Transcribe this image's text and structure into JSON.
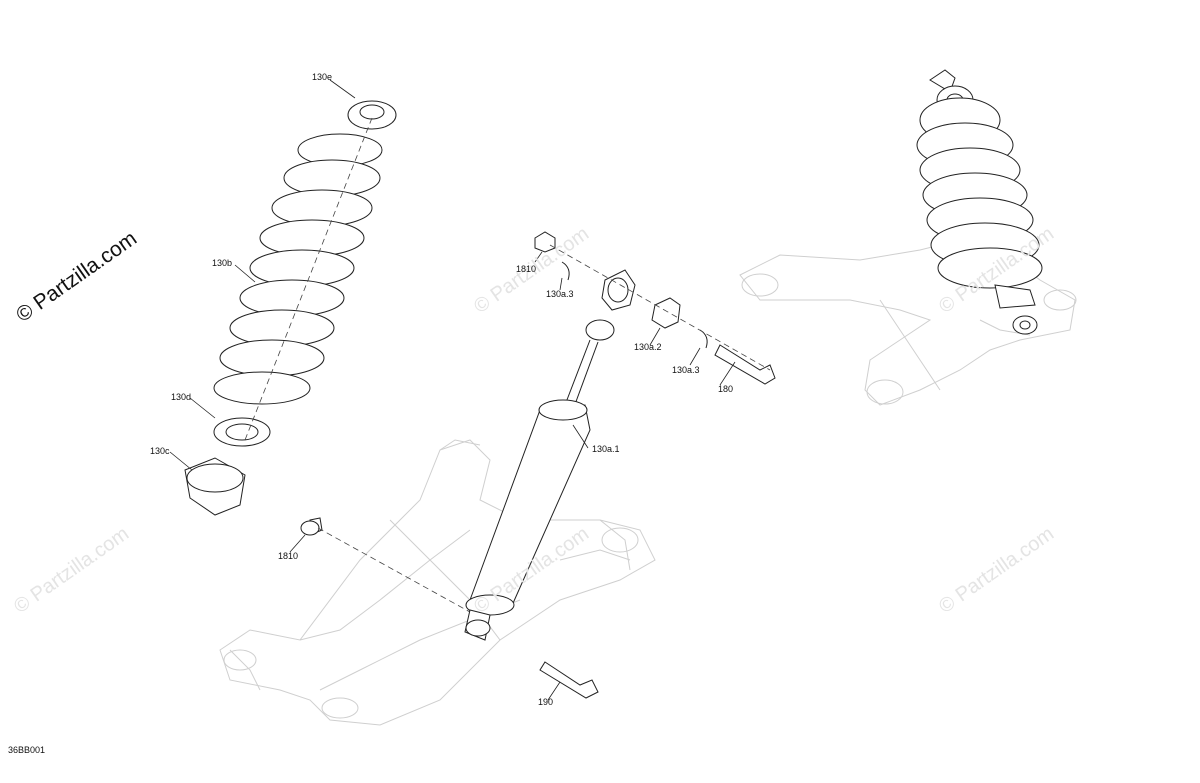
{
  "watermark": {
    "main": "© Partzilla.com",
    "faint": "© Partzilla.com"
  },
  "drawing_code": "36BB001",
  "callouts": [
    {
      "id": "130e",
      "text": "130e"
    },
    {
      "id": "130b",
      "text": "130b"
    },
    {
      "id": "130d",
      "text": "130d"
    },
    {
      "id": "130c",
      "text": "130c"
    },
    {
      "id": "1810-top",
      "text": "1810"
    },
    {
      "id": "130a3-left",
      "text": "130a.3"
    },
    {
      "id": "130a2",
      "text": "130a.2"
    },
    {
      "id": "130a3-right",
      "text": "130a.3"
    },
    {
      "id": "180",
      "text": "180"
    },
    {
      "id": "130a1",
      "text": "130a.1"
    },
    {
      "id": "1810-bottom",
      "text": "1810"
    },
    {
      "id": "190",
      "text": "190"
    }
  ]
}
